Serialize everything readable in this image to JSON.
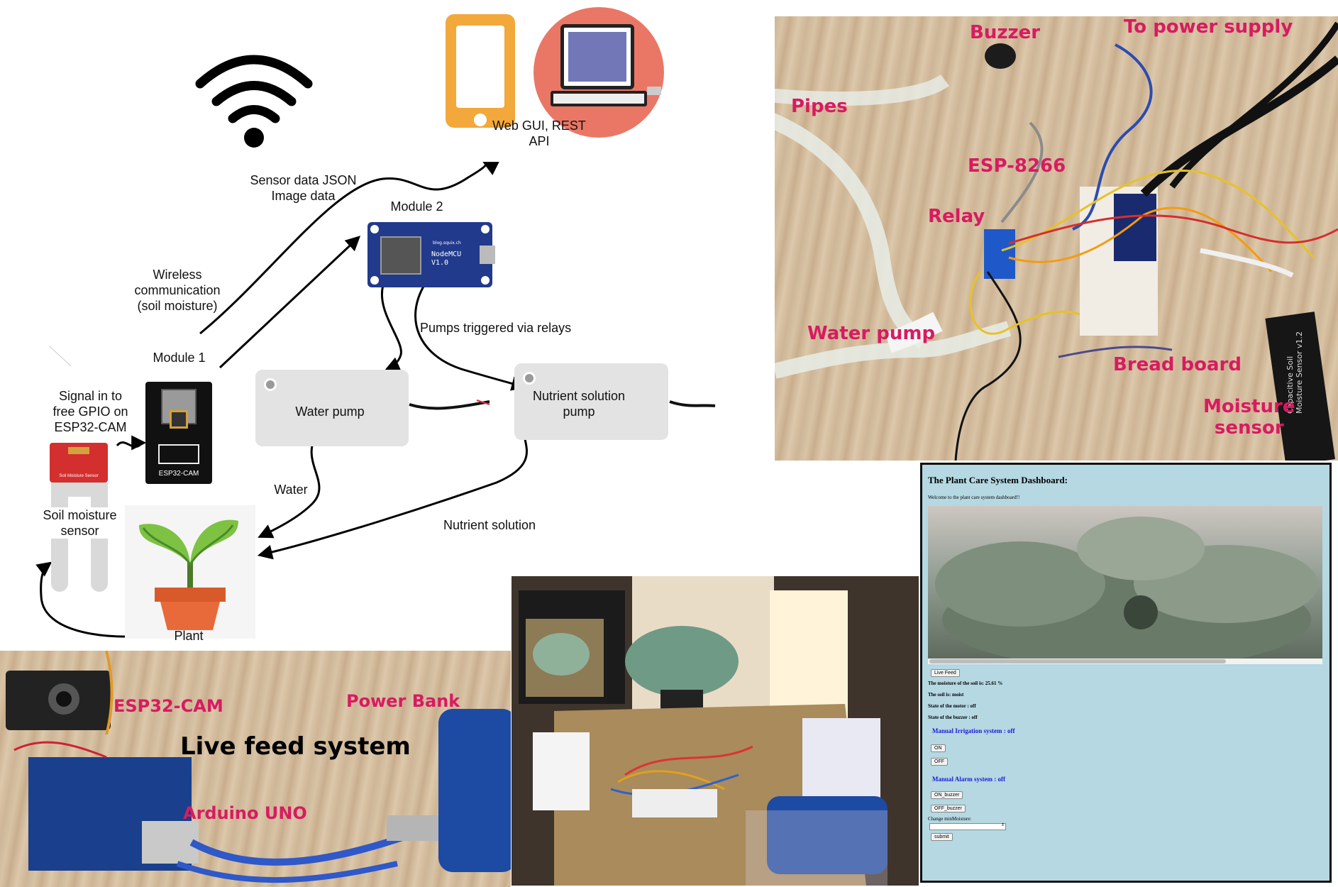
{
  "diagram": {
    "web_gui_label": "Web GUI, REST\nAPI",
    "sensor_data_label": "Sensor data JSON\nImage data",
    "module2_label": "Module 2",
    "wireless_label": "Wireless\ncommunication\n(soil moisture)",
    "pumps_triggered_label": "Pumps triggered via relays",
    "module1_label": "Module 1",
    "signal_label": "Signal in to\nfree GPIO on\nESP32-CAM",
    "water_pump_label": "Water pump",
    "nutrient_pump_label": "Nutrient solution\npump",
    "water_label": "Water",
    "nutrient_solution_label": "Nutrient solution",
    "soil_sensor_label": "Soil moisture\nsensor",
    "plant_label": "Plant",
    "nodemcu_text": "NodeMCU\nV1.0",
    "nodemcu_small": "blog.squix.ch",
    "esp32_text": "ESP32-CAM",
    "sensor_board_text": "Soil Moisture Sensor"
  },
  "photo_top_right": {
    "buzzer": "Buzzer",
    "power_supply": "To power supply",
    "pipes": "Pipes",
    "esp8266": "ESP-8266",
    "relay": "Relay",
    "water_pump": "Water pump",
    "bread_board": "Bread board",
    "moisture_sensor": "Moisture\nsensor",
    "sensor_print": "Capacitive Soil\nMoisture Sensor v1.2"
  },
  "photo_bottom_left": {
    "esp32cam": "ESP32-CAM",
    "power_bank": "Power Bank",
    "title": "Live feed system",
    "arduino": "Arduino UNO"
  },
  "dashboard": {
    "title": "The Plant Care System Dashboard:",
    "welcome": "Welcome to the plant care system dashboard!!",
    "live_feed_button": "Live Feed",
    "moisture_line": "The moisture of the soil is: 25.61 %",
    "soil_line": "The soil is: moist",
    "motor_line": "State of the motor : off",
    "buzzer_line": "State of the buzzer : off",
    "irrigation_heading": "Manual Irrigation system : off",
    "on_button": "ON",
    "off_button": "OFF",
    "alarm_heading": "Manual Alarm system : off",
    "on_buzzer_button": "ON_buzzer",
    "off_buzzer_button": "OFF_buzzer",
    "change_label": "Change minMoisture:",
    "submit_button": "submit"
  },
  "colors": {
    "accent_pink": "#d81b60",
    "dashboard_bg": "#b5d8e2",
    "heading_blue": "#1a1ad6",
    "phone_orange": "#f2a83a",
    "laptop_circle": "#ea7766"
  }
}
